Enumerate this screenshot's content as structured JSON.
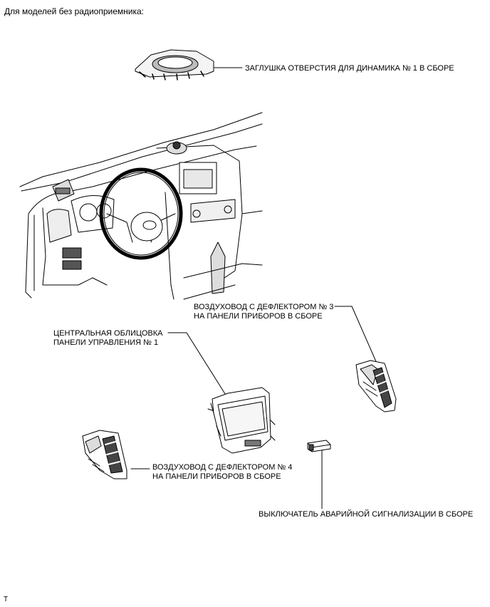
{
  "heading": "Для моделей без радиоприемника:",
  "labels": {
    "speaker_cover": "ЗАГЛУШКА ОТВЕРСТИЯ ДЛЯ ДИНАМИКА № 1 В СБОРЕ",
    "vent3_line1": "ВОЗДУХОВОД С ДЕФЛЕКТОРОМ № 3",
    "vent3_line2": "НА ПАНЕЛИ ПРИБОРОВ В СБОРЕ",
    "center_line1": "ЦЕНТРАЛЬНАЯ ОБЛИЦОВКА",
    "center_line2": "ПАНЕЛИ УПРАВЛЕНИЯ № 1",
    "vent4_line1": "ВОЗДУХОВОД С ДЕФЛЕКТОРОМ № 4",
    "vent4_line2": "НА ПАНЕЛИ ПРИБОРОВ В СБОРЕ",
    "hazard_switch": "ВЫКЛЮЧАТЕЛЬ АВАРИЙНОЙ СИГНАЛИЗАЦИИ В СБОРЕ"
  },
  "footer_code": "T",
  "colors": {
    "line": "#000000",
    "shade": "#bdbdbd",
    "dark": "#3a3a3a"
  }
}
